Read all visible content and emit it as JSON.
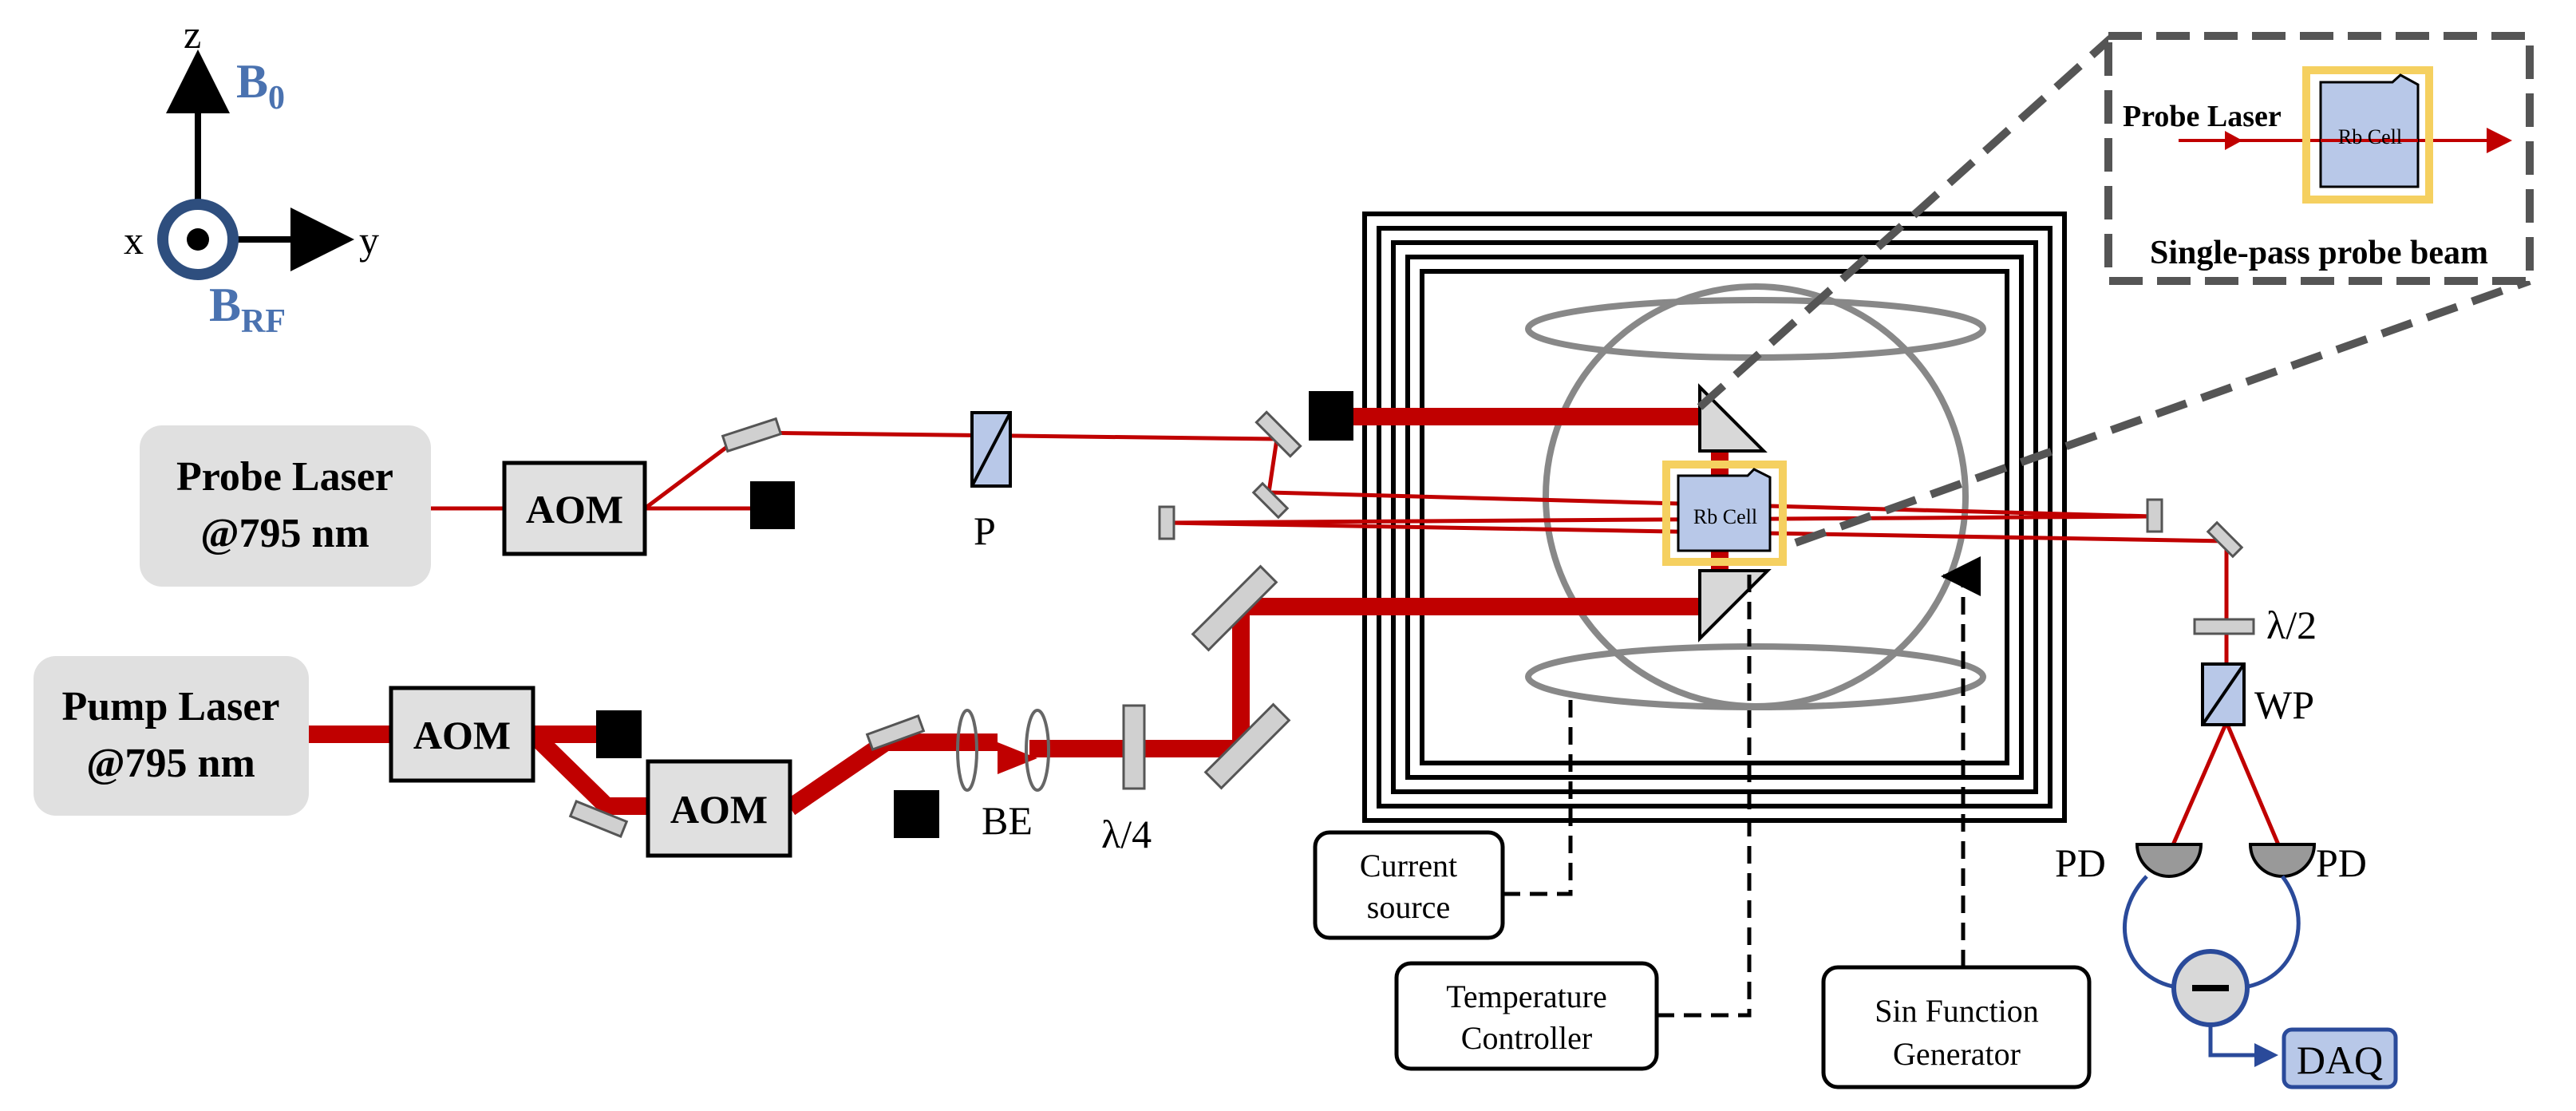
{
  "axes": {
    "z": "z",
    "y": "y",
    "x": "x",
    "b0": "B",
    "b0_sub": "0",
    "brf": "B",
    "brf_sub": "RF"
  },
  "lasers": {
    "probe_line1": "Probe Laser",
    "probe_line2": "@795 nm",
    "pump_line1": "Pump Laser",
    "pump_line2": "@795 nm"
  },
  "components": {
    "aom": "AOM",
    "polarizer": "P",
    "beam_expander": "BE",
    "quarter_wave": "λ/4",
    "half_wave": "λ/2",
    "wollaston": "WP",
    "photodiode": "PD",
    "daq": "DAQ",
    "rb_cell": "Rb Cell"
  },
  "instruments": {
    "current_line1": "Current",
    "current_line2": "source",
    "temp_line1": "Temperature",
    "temp_line2": "Controller",
    "sin_line1": "Sin Function",
    "sin_line2": "Generator"
  },
  "inset": {
    "probe_label": "Probe Laser",
    "cell_label": "Rb Cell",
    "caption": "Single-pass probe beam"
  },
  "colors": {
    "beam": "#c00000",
    "blue_text": "#4a72b0",
    "cell_fill": "#b8c8e8",
    "cell_border": "#f5d060",
    "gray_box": "#e0e0e0",
    "signal_line": "#2a4a9a"
  }
}
